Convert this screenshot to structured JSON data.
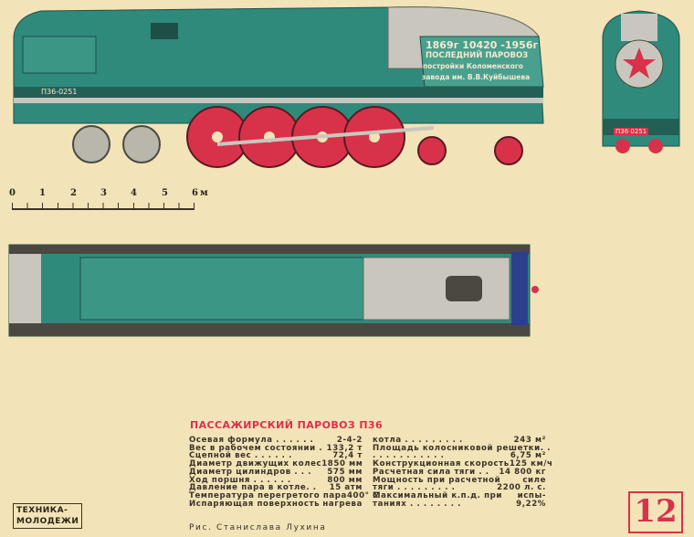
{
  "locomotive_plate": {
    "years": "1869г 10420 -1956г",
    "line1": "ПОСЛЕДНИЙ ПАРОВОЗ",
    "line2": "постройки Коломенского",
    "line3": "завода им. В.В.Куйбышева",
    "side_number": "П36-0251",
    "front_number": "П36 0251"
  },
  "scale": {
    "ticks": [
      "0",
      "1",
      "2",
      "3",
      "4",
      "5",
      "6"
    ],
    "unit": "м"
  },
  "title": "ПАССАЖИРСКИЙ ПАРОВОЗ П36",
  "specs_left": [
    {
      "label": "Осевая формула . . . . . .",
      "value": "2-4-2"
    },
    {
      "label": "Вес в рабочем состоянии .",
      "value": "133,2 т"
    },
    {
      "label": "Сцепной вес . . . . . .",
      "value": "72,4 т"
    },
    {
      "label": "Диаметр движущих колес",
      "value": "1850 мм"
    },
    {
      "label": "Диаметр цилиндров . . .",
      "value": "575 мм"
    },
    {
      "label": "Ход поршня . . . . . .",
      "value": "800 мм"
    },
    {
      "label": "Давление пара в котле. .",
      "value": "15 атм"
    },
    {
      "label": "Температура перегретого пара",
      "value": "400° С"
    },
    {
      "label": "Испаряющая поверхность",
      "value": "нагрева"
    }
  ],
  "specs_right": [
    {
      "label": "котла . . . . . . . . .",
      "value": "243 м²"
    },
    {
      "label": "Площадь колосниковой решетки",
      "value": ". ."
    },
    {
      "label": ". . . . . . . . . . .",
      "value": "6,75 м²"
    },
    {
      "label": "Конструкционная скорость",
      "value": "125 км/ч"
    },
    {
      "label": "Расчетная сила тяги . .",
      "value": "14 800 кг"
    },
    {
      "label": "Мощность при расчетной",
      "value": "силе"
    },
    {
      "label": "тяги . . . . . . . . .",
      "value": "2200 л. с."
    },
    {
      "label": "Максимальный к.п.д. при",
      "value": "испы-"
    },
    {
      "label": "таниях . . . . . . . .",
      "value": "9,22%"
    }
  ],
  "credit": "Рис. Станислава Лухина",
  "logo": {
    "line1": "ТЕХНИКА-",
    "line2": "МОЛОДЕЖИ"
  },
  "page_number": "12",
  "colors": {
    "body_green": "#2f8a7c",
    "wheel_red": "#d8324a",
    "silver": "#c9c7bd",
    "paper": "#f2e3b8"
  }
}
